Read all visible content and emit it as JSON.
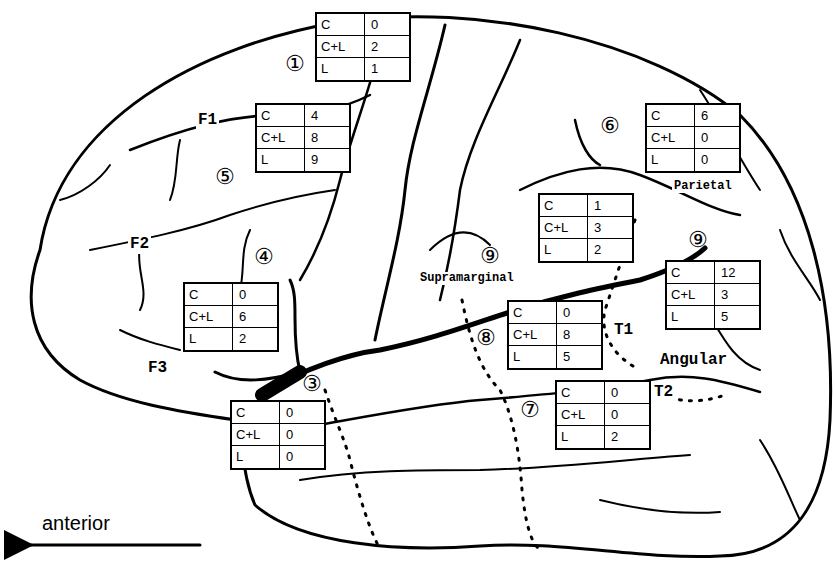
{
  "diagram": {
    "labels": [
      "C",
      "0",
      "C+L",
      "2",
      "L",
      "1",
      "C",
      "4",
      "C+L",
      "8",
      "L",
      "9",
      "C",
      "6",
      "C+L",
      "0",
      "L",
      "0",
      "C",
      "1",
      "C+L",
      "3",
      "L",
      "2",
      "C",
      "0",
      "C+L",
      "6",
      "L",
      "2",
      "C",
      "12",
      "C+L",
      "3",
      "L",
      "5",
      "C",
      "0",
      "C+L",
      "8",
      "L",
      "5",
      "C",
      "0",
      "C+L",
      "0",
      "L",
      "2",
      "C",
      "0",
      "C+L",
      "0",
      "L",
      "0",
      "①",
      "⑤",
      "④",
      "③",
      "⑥",
      "⑨",
      "⑨",
      "⑧",
      "⑦",
      "F1",
      "F2",
      "F3",
      "Supramarginal",
      "Parietal",
      "Angular",
      "T1",
      "T2",
      "anterior"
    ]
  }
}
